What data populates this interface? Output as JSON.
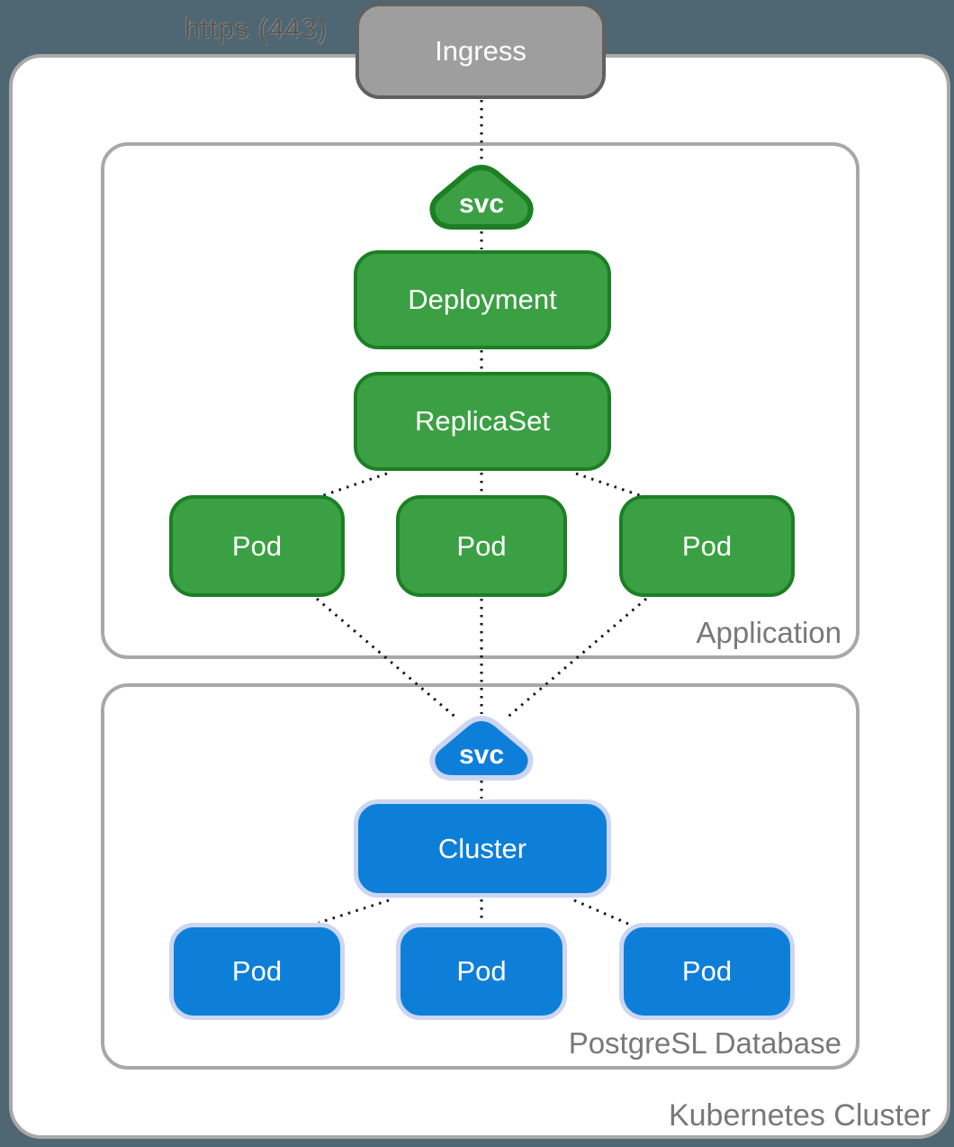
{
  "connection_label": "https (443)",
  "ingress": {
    "label": "Ingress"
  },
  "cluster_box": {
    "label": "Kubernetes Cluster"
  },
  "application_box": {
    "label": "Application",
    "service": {
      "label": "svc"
    },
    "deployment": {
      "label": "Deployment"
    },
    "replicaset": {
      "label": "ReplicaSet"
    },
    "pods": [
      {
        "label": "Pod"
      },
      {
        "label": "Pod"
      },
      {
        "label": "Pod"
      }
    ]
  },
  "database_box": {
    "label": "PostgreSL Database",
    "service": {
      "label": "svc"
    },
    "cluster": {
      "label": "Cluster"
    },
    "pods": [
      {
        "label": "Pod"
      },
      {
        "label": "Pod"
      },
      {
        "label": "Pod"
      }
    ]
  },
  "colors": {
    "page_bg": "#4e6772",
    "frame_border": "#a8a8a8",
    "label_gray": "#787878",
    "green_fill": "#3ba043",
    "green_border": "#1c7f24",
    "blue_fill": "#0e7fd9",
    "blue_border": "#ccd6f2",
    "ingress_fill": "#9e9e9e",
    "ingress_border": "#606060",
    "line_color": "#161616"
  }
}
